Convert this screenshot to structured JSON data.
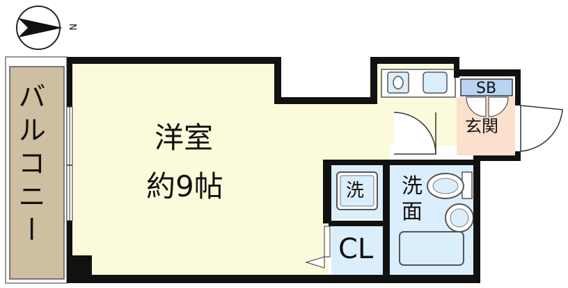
{
  "compass": {
    "label": "N",
    "icon": "north-arrow-icon"
  },
  "rooms": {
    "main_room_name": "洋室",
    "main_room_size": "約9帖",
    "balcony": "バルコニー",
    "entrance": "玄関",
    "shoe_box": "SB",
    "washer": "洗",
    "washroom_line1": "洗",
    "washroom_line2": "面",
    "closet": "CL"
  },
  "colors": {
    "wall": "#111111",
    "main_room": "#fbfbdc",
    "balcony": "#cdbf9f",
    "entrance": "#fbe0ce",
    "wet_area": "#dbeefb",
    "sb": "#b8d4f0",
    "floor_white": "#ffffff"
  }
}
